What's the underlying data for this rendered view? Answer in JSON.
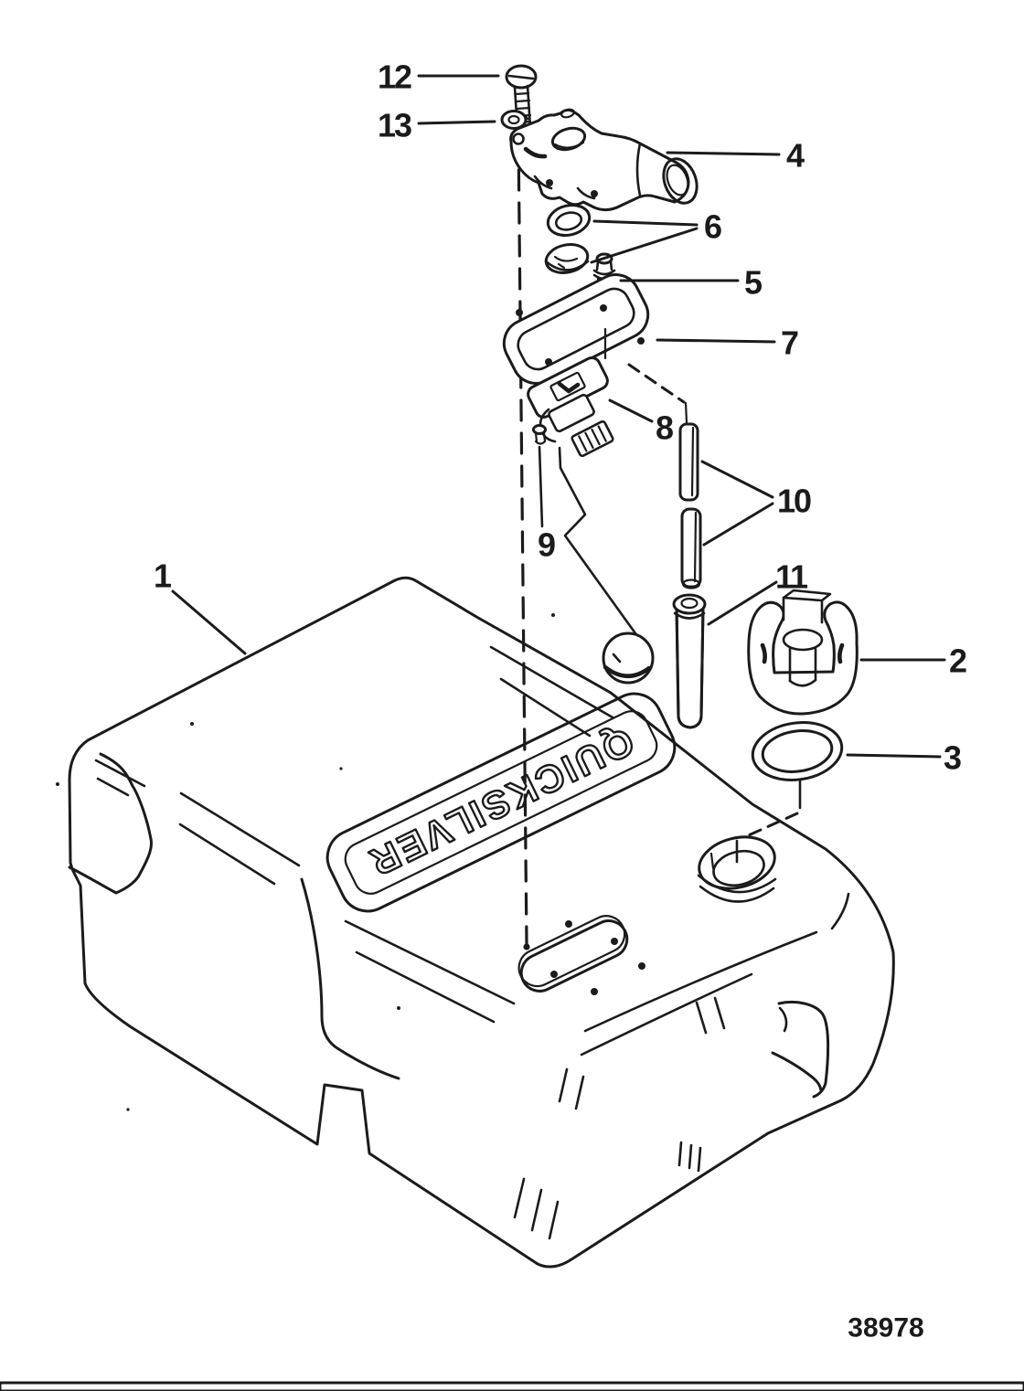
{
  "page": {
    "background": "#ffffff",
    "ink_color": "#1b1b1b",
    "scan_edge_color": "#c6c6c6"
  },
  "diagram": {
    "type": "exploded-parts-line-drawing",
    "subject": "fuel-tank-assembly",
    "logo_text": "QUICKSILVER",
    "drawing_number": "38978",
    "callouts": {
      "c1": "1",
      "c2": "2",
      "c3": "3",
      "c4": "4",
      "c5": "5",
      "c6": "6",
      "c7": "7",
      "c8": "8",
      "c9": "9",
      "c10": "10",
      "c11": "11",
      "c12": "12",
      "c13": "13"
    }
  }
}
